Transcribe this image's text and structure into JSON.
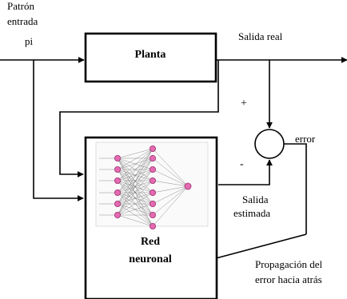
{
  "input_label": [
    "Patrón",
    "entrada",
    "pi"
  ],
  "plant_label": "Planta",
  "real_output_label": "Salida real",
  "plus_sign": "+",
  "minus_sign": "-",
  "error_label": "error",
  "estimated_output_label": [
    "Salida",
    "estimada"
  ],
  "network_label": [
    "Red",
    "neuronal"
  ],
  "backprop_label": [
    "Propagación del",
    "error hacia atrás"
  ]
}
